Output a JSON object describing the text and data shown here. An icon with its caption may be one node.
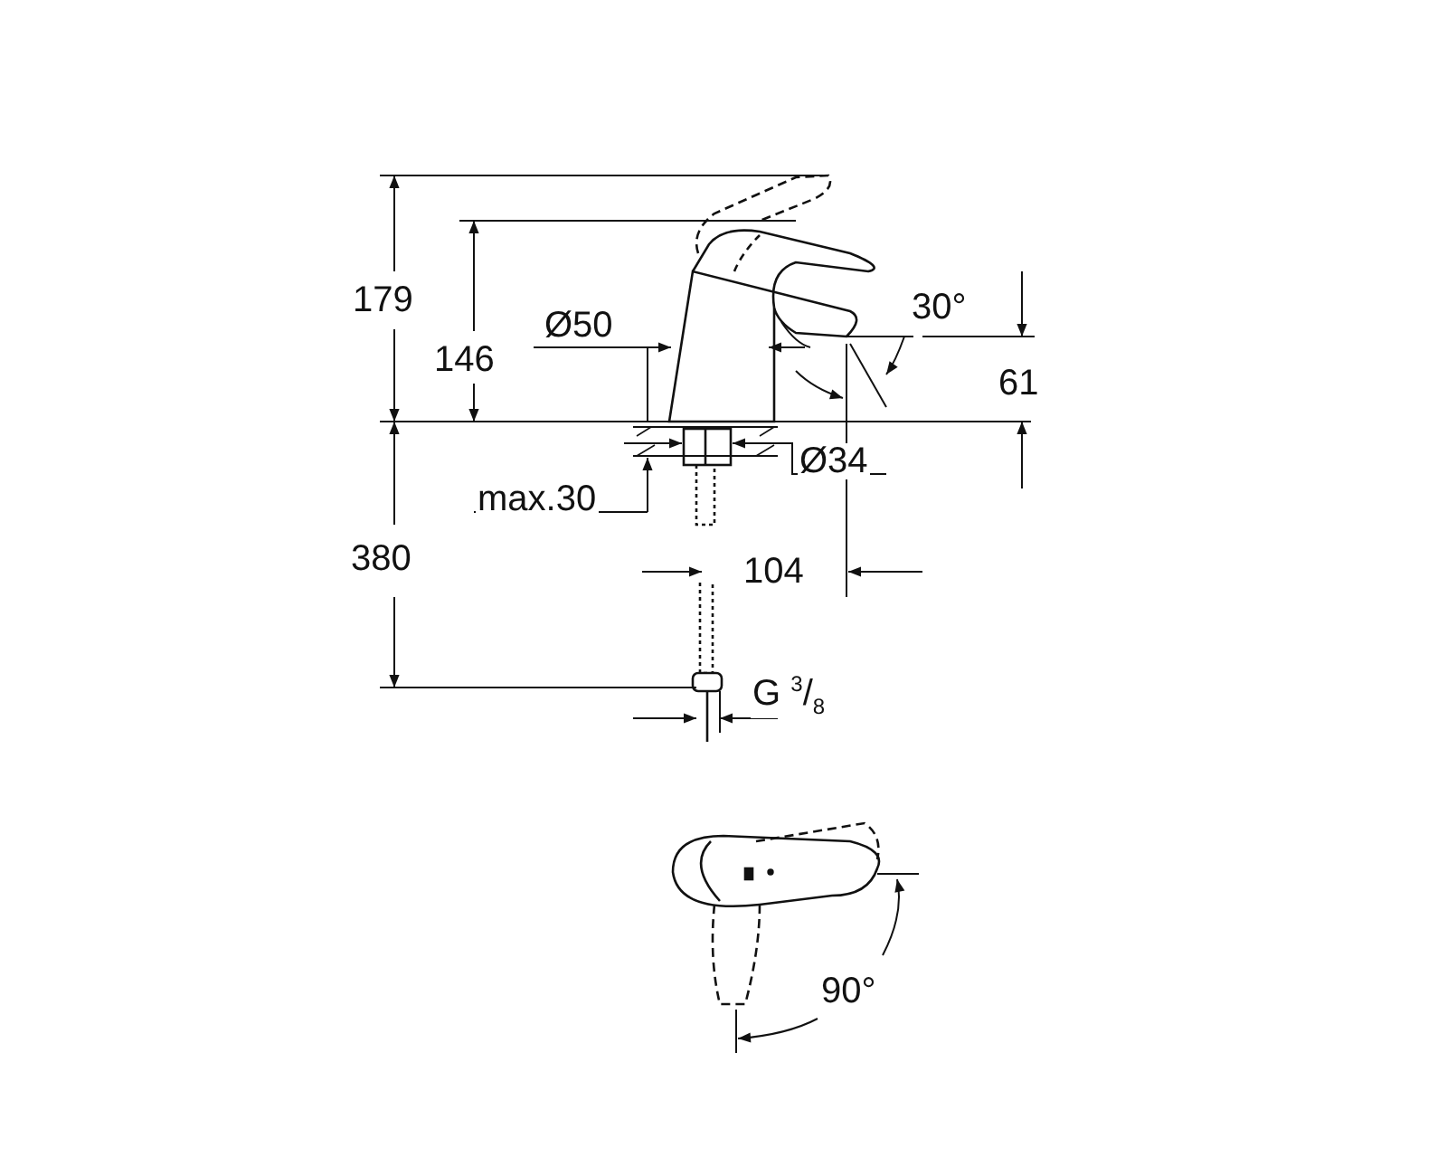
{
  "diagram": {
    "labels": [
      "179",
      "146",
      "Ø50",
      "30°",
      "61",
      "Ø34",
      "max.30",
      "380",
      "104",
      "G $^{3}$/$_{8}$",
      "90°"
    ]
  }
}
